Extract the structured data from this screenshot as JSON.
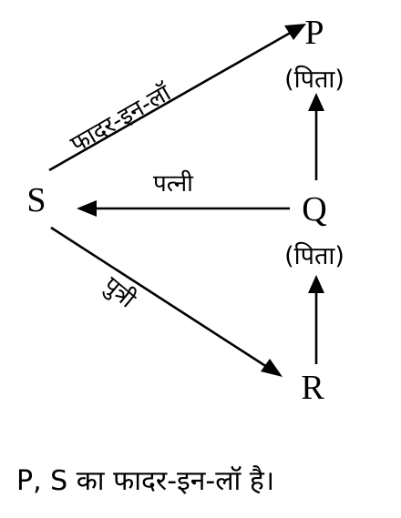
{
  "nodes": {
    "P": {
      "label": "P",
      "sub": "(पिता)"
    },
    "Q": {
      "label": "Q",
      "sub": "(पिता)"
    },
    "R": {
      "label": "R"
    },
    "S": {
      "label": "S"
    }
  },
  "edges": {
    "s_to_p": {
      "label": "फादर-इन-लॉ"
    },
    "q_to_s": {
      "label": "पत्नी"
    },
    "s_to_r": {
      "label": "पुत्री"
    }
  },
  "conclusion": "P, S का फादर-इन-लॉ है।"
}
